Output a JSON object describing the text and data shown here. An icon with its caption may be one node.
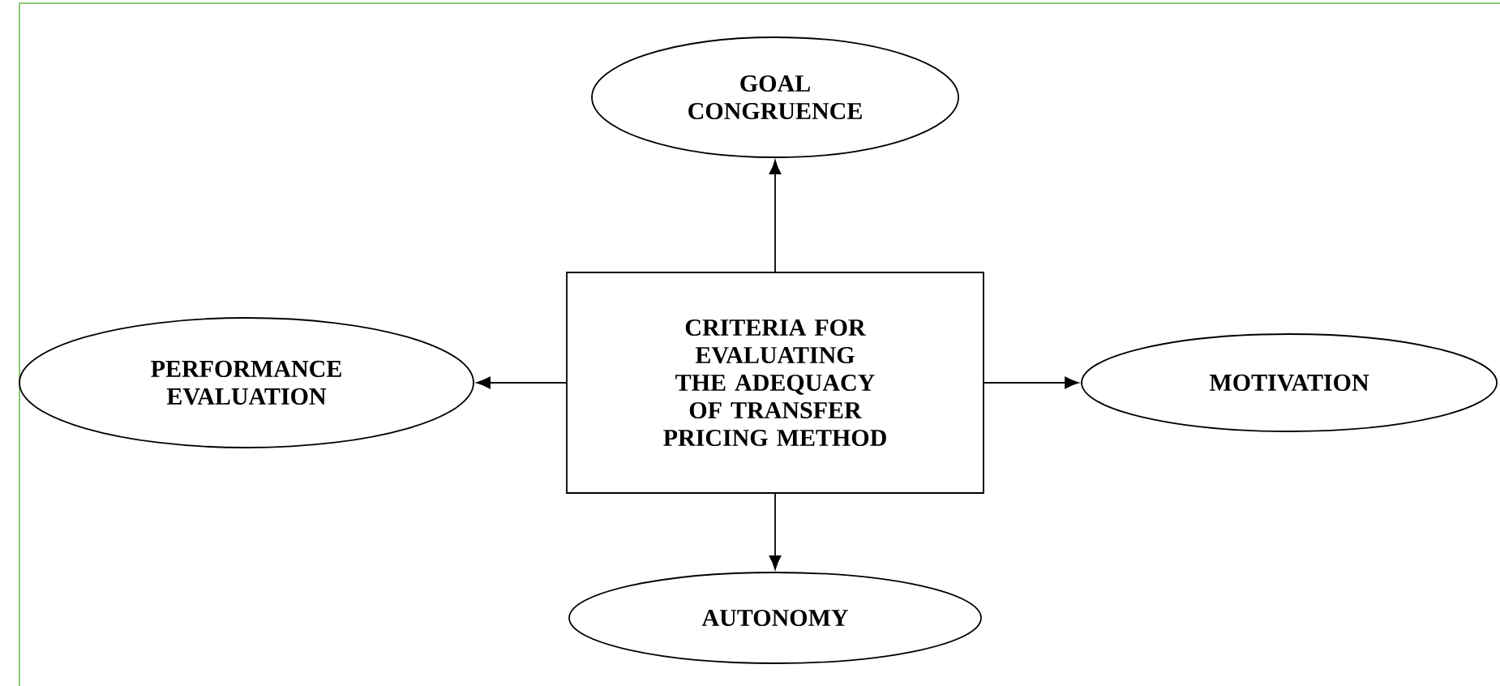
{
  "diagram": {
    "nodes": [
      {
        "text": [
          "CRITERIA FOR EVALUATING THE ADEQUACY OF TRANSFER PRICING METHOD"
        ]
      },
      {
        "text": [
          "GOAL CONGRUENCE"
        ]
      },
      {
        "text": [
          "PERFORMANCE EVALUATION"
        ]
      },
      {
        "text": [
          "MOTIVATION"
        ]
      },
      {
        "text": [
          "AUTONOMY"
        ]
      }
    ],
    "edges": [
      {
        "from": 0,
        "to": 1,
        "arrow": "to"
      },
      {
        "from": 0,
        "to": 2,
        "arrow": "to"
      },
      {
        "from": 0,
        "to": 3,
        "arrow": "to"
      },
      {
        "from": 0,
        "to": 4,
        "arrow": "to"
      }
    ]
  }
}
